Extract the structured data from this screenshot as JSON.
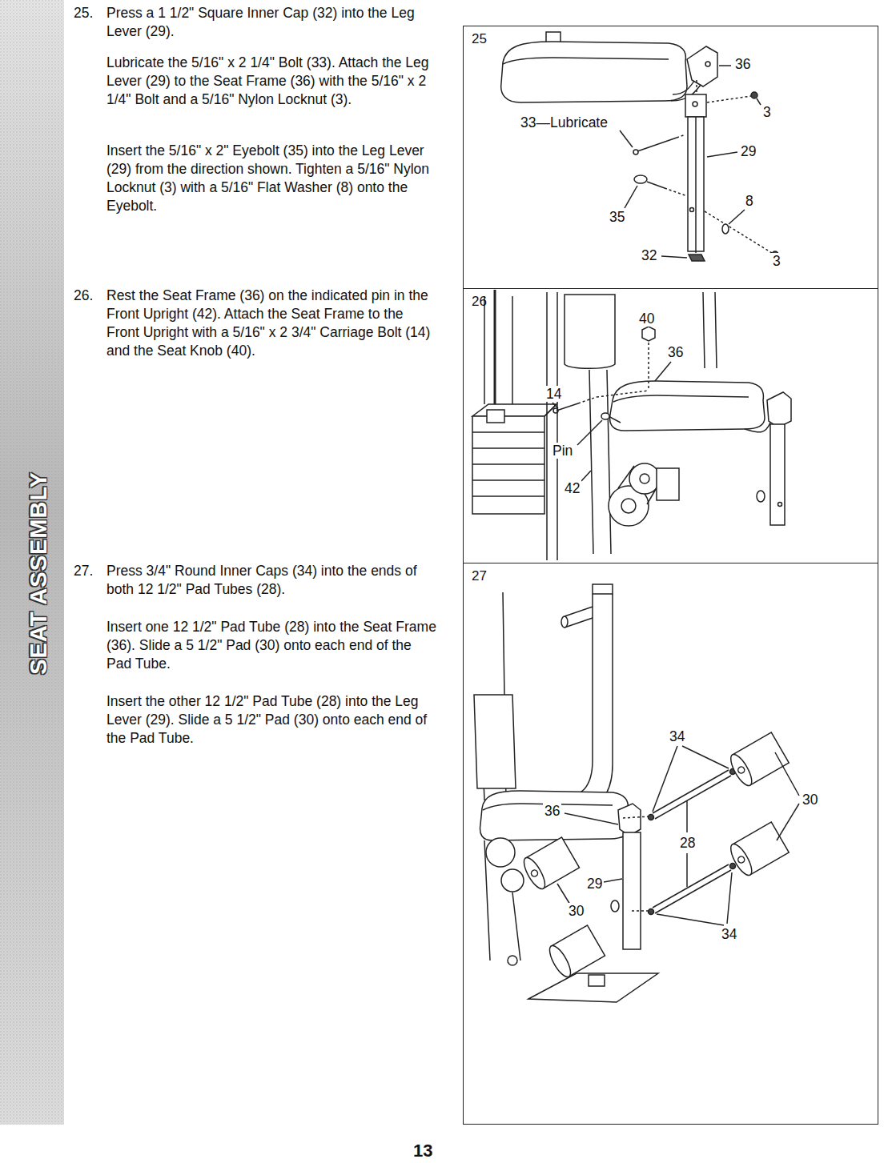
{
  "diagram": {
    "nodes": [
      {
        "text": [
          "25"
        ]
      },
      {
        "text": [
          "26"
        ]
      },
      {
        "text": [
          "27"
        ]
      }
    ],
    "labels": [
      "25.",
      "Press a 1 1/2\" Square Inner Cap (32) into the Leg Lever (29).",
      "Lubricate the 5/16\" x 2 1/4\" Bolt (33). Attach the Leg Lever (29) to the Seat Frame (36) with the 5/16\" x 2 1/4\" Bolt and a 5/16\" Nylon Locknut (3).",
      "Insert the 5/16\" x 2\" Eyebolt (35) into the Leg Lever (29) from the direction shown. Tighten a 5/16\" Nylon Locknut (3) with a 5/16\" Flat Washer (8) onto the Eyebolt.",
      "26.",
      "Rest the Seat Frame (36) on the indicated pin in the Front Upright (42). Attach the Seat Frame to the Front Upright with a 5/16\" x 2 3/4\" Carriage Bolt (14) and the Seat Knob (40).",
      "27.",
      "Press 3/4\" Round Inner Caps (34) into the ends of both 12 1/2\" Pad Tubes (28).",
      "Insert one 12 1/2\" Pad Tube (28) into the Seat Frame (36). Slide a 5 1/2\" Pad (30) onto each end of the Pad Tube.",
      "Insert the other 12 1/2\" Pad Tube (28) into the Leg Lever (29). Slide a 5 1/2\" Pad (30) onto each end of the Pad Tube.",
      "SEAT ASSEMBLY",
      "13",
      "36",
      "3",
      "33—Lubricate",
      "29",
      "8",
      "35",
      "3",
      "32",
      "40",
      "36",
      "14",
      "Pin",
      "42",
      "34",
      "30",
      "36",
      "28",
      "29",
      "30",
      "34"
    ]
  }
}
